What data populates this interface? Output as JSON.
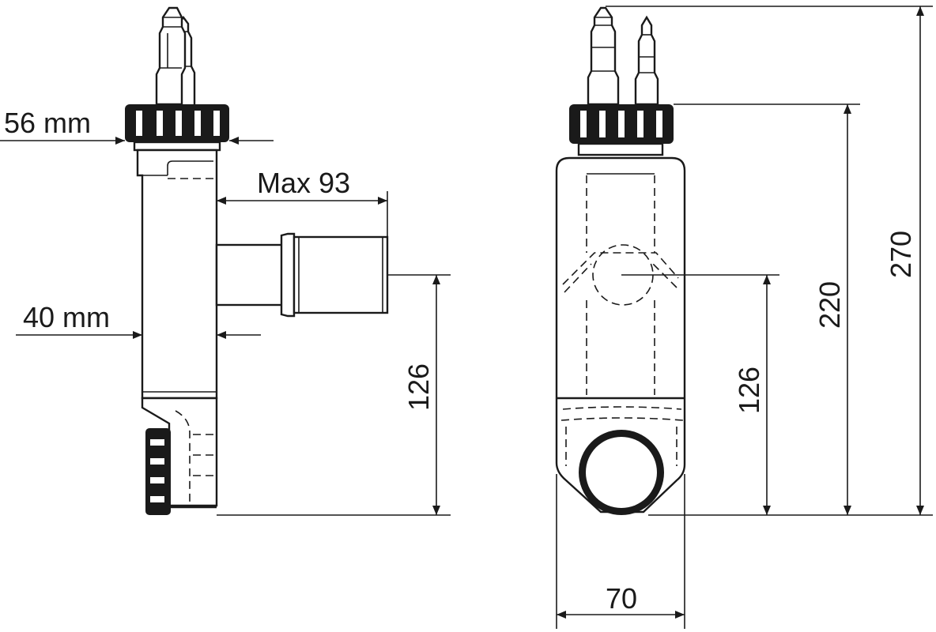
{
  "side_view": {
    "labels": {
      "cap_width": "56 mm",
      "outlet_length": "Max 93",
      "body_width": "40 mm",
      "outlet_height": "126"
    }
  },
  "front_view": {
    "labels": {
      "outlet_height": "126",
      "body_height": "220",
      "total_height": "270",
      "width": "70"
    }
  }
}
